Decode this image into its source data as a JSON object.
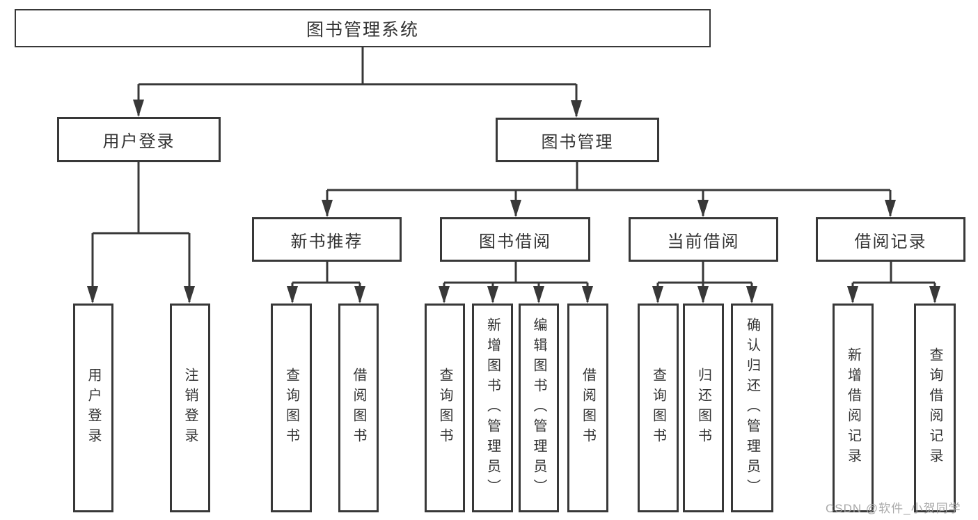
{
  "nodes": {
    "root": {
      "label": "图书管理系统"
    },
    "level2": [
      {
        "label": "用户登录"
      },
      {
        "label": "图书管理"
      }
    ],
    "level3": [
      {
        "label": "新书推荐"
      },
      {
        "label": "图书借阅"
      },
      {
        "label": "当前借阅"
      },
      {
        "label": "借阅记录"
      }
    ],
    "leaves": [
      {
        "label": "用户登录"
      },
      {
        "label": "注销登录"
      },
      {
        "label": "查询图书"
      },
      {
        "label": "借阅图书"
      },
      {
        "label": "查询图书"
      },
      {
        "label": "新增图书（管理员）"
      },
      {
        "label": "编辑图书（管理员）"
      },
      {
        "label": "借阅图书"
      },
      {
        "label": "查询图书"
      },
      {
        "label": "归还图书"
      },
      {
        "label": "确认归还（管理员）"
      },
      {
        "label": "新增借阅记录"
      },
      {
        "label": "查询借阅记录"
      }
    ]
  },
  "watermark": {
    "text": "CSDN @软件_小贺同学"
  },
  "colors": {
    "line": "#383838",
    "text": "#333333",
    "watermark": "#a2a2a2",
    "background": "#ffffff"
  }
}
